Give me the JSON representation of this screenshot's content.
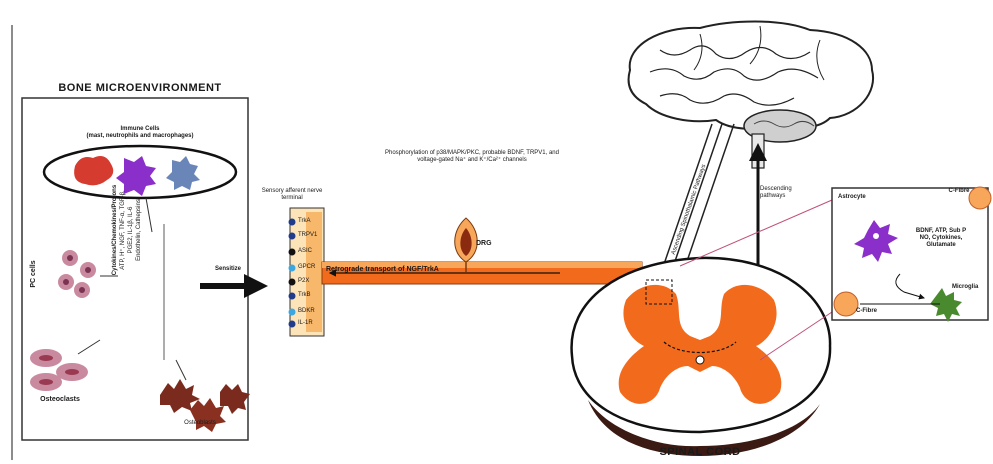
{
  "bone": {
    "title": "BONE MICROENVIRONMENT",
    "immune_heading": "Immune Cells",
    "immune_sub": "(mast, neutrophils and macrophages)",
    "pc_cells": "PC cells",
    "osteoclasts": "Osteoclasts",
    "osteoblasts": "Osteoblasts",
    "mediators": [
      "Cytokines/Chemokines/Protons",
      "ATP, H⁺, NGF, TNF-α, TGF-β,",
      "PGE2, IL-1β, IL-6",
      "Endothelin, Cathepsins"
    ]
  },
  "terminal": {
    "heading": "Sensory afferent nerve terminal",
    "arrow_label": "Sensitize",
    "receptors": [
      "TrkA",
      "TRPV1",
      "ASIC",
      "GPCR",
      "P2X",
      "TrkB",
      "BDKR",
      "IL-1R"
    ]
  },
  "axon": {
    "phospho_text": "Phosphorylation of p38/MAPK/PKC, probable BDNF, TRPV1, and voltage-gated Na⁺ and K⁺/Ca²⁺ channels",
    "retrograde": "Retrograde transport of NGF/TrkA",
    "drg": "DRG"
  },
  "spinal": {
    "label": "SPINAL CORD",
    "pathway_label": "Ascending Spinothalamic Pathways"
  },
  "glia": {
    "descending": "Descending pathways",
    "astrocyte": "Astrocyte",
    "fiber_top": "C-Fibre",
    "fiber_bottom": "C-Fibre",
    "mediators": [
      "BDNF, ATP, Sub P",
      "NO, Cytokines,",
      "Glutamate"
    ],
    "microglia": "Microglia"
  },
  "colors": {
    "orange": "#f26b1d",
    "purple": "#8a2fc9",
    "red": "#d63b30",
    "green": "#4a8a2e"
  }
}
